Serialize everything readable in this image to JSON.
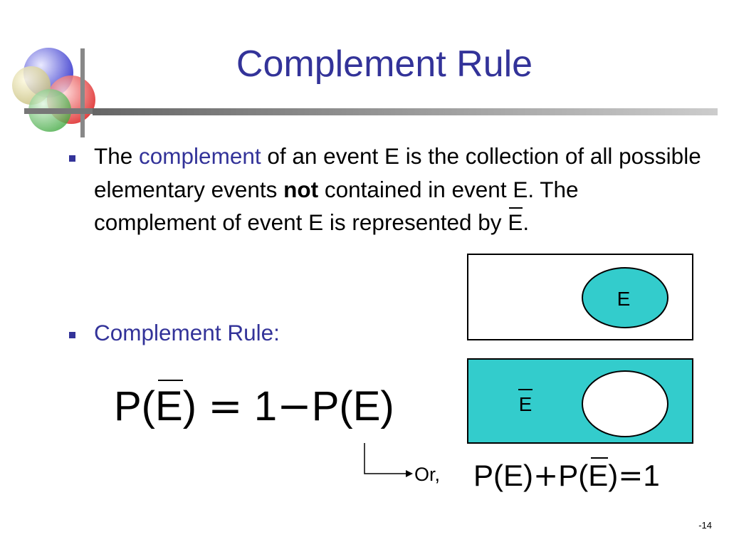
{
  "title": "Complement Rule",
  "bullets": {
    "b1_p1": "The ",
    "b1_p2": "complement",
    "b1_p3": " of an event E is the collection of all possible elementary events ",
    "b1_p4": "not",
    "b1_p5": " contained in event E.  The complement of event E is represented by ",
    "b1_p6": "E",
    "b1_p7": ".",
    "b2": "Complement Rule:"
  },
  "formula_main": {
    "p_open": "P(",
    "e_bar": "E",
    "close_eq": ")",
    "eq": "=",
    "one": "1",
    "minus": "−",
    "p_e": "P(E)"
  },
  "formula_alt": {
    "p_e": "P(E)",
    "plus": "+",
    "p_open": "P(",
    "e_bar": "E",
    "close": ")",
    "eq": "=",
    "one": "1"
  },
  "venn": {
    "top_label": "E",
    "bottom_label": "E",
    "fill_color": "#33cccc",
    "border_color": "#000000"
  },
  "or_label": "Or,",
  "slide_number": "-14",
  "colors": {
    "accent": "#333399"
  }
}
